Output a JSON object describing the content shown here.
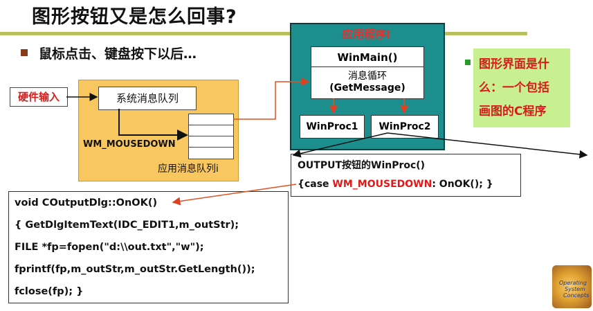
{
  "title": "图形按钮又是怎么回事?",
  "bullet": "鼠标点击、键盘按下以后…",
  "hardware_input": "硬件输入",
  "system_queue": "系统消息队列",
  "mouse_msg": "WM_MOUSEDOWN",
  "app_queue": "应用消息队列i",
  "app": {
    "title": "应用程序i",
    "winmain": "WinMain()",
    "loop": "消息循环",
    "getmessage": "(GetMessage)",
    "winproc1": "WinProc1",
    "winproc2": "WinProc2"
  },
  "note": {
    "line1": "图形界面是什",
    "line2": "么：一个包括",
    "line3a": "画图的",
    "line3b": "C",
    "line3c": "程序"
  },
  "output": {
    "line1": "OUTPUT按钮的WinProc()",
    "line2a": "{case ",
    "line2b": "WM_MOUSEDOWN",
    "line2c": ": OnOK(); }"
  },
  "code": [
    "void COutputDlg::OnOK()",
    "{  GetDlgItemText(IDC_EDIT1,m_outStr);",
    "   FILE *fp=fopen(\"d:\\\\out.txt\",\"w\");",
    "   fprintf(fp,m_outStr,m_outStr.GetLength());",
    "   fclose(fp); }"
  ],
  "logo": {
    "line1": "Operating",
    "line2": "System",
    "line3": "Concepts"
  },
  "colors": {
    "accent_red": "#e01818",
    "app_teal": "#1c8e8e",
    "queue_orange": "#f8c760",
    "note_green": "#c8f090",
    "rule_olive": "#b8c060"
  }
}
